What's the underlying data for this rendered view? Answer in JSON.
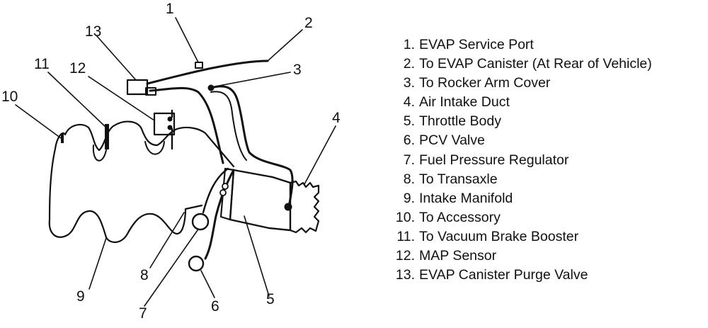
{
  "callouts": [
    "1",
    "2",
    "3",
    "4",
    "5",
    "6",
    "7",
    "8",
    "9",
    "10",
    "11",
    "12",
    "13"
  ],
  "legend": [
    {
      "num": "1.",
      "text": "EVAP Service Port"
    },
    {
      "num": "2.",
      "text": "To EVAP Canister (At Rear of Vehicle)"
    },
    {
      "num": "3.",
      "text": "To Rocker Arm Cover"
    },
    {
      "num": "4.",
      "text": "Air Intake Duct"
    },
    {
      "num": "5.",
      "text": "Throttle Body"
    },
    {
      "num": "6.",
      "text": "PCV Valve"
    },
    {
      "num": "7.",
      "text": "Fuel Pressure Regulator"
    },
    {
      "num": "8.",
      "text": "To Transaxle"
    },
    {
      "num": "9.",
      "text": "Intake Manifold"
    },
    {
      "num": "10.",
      "text": "To Accessory"
    },
    {
      "num": "11.",
      "text": "To Vacuum Brake Booster"
    },
    {
      "num": "12.",
      "text": "MAP Sensor"
    },
    {
      "num": "13.",
      "text": "EVAP Canister Purge Valve"
    }
  ]
}
